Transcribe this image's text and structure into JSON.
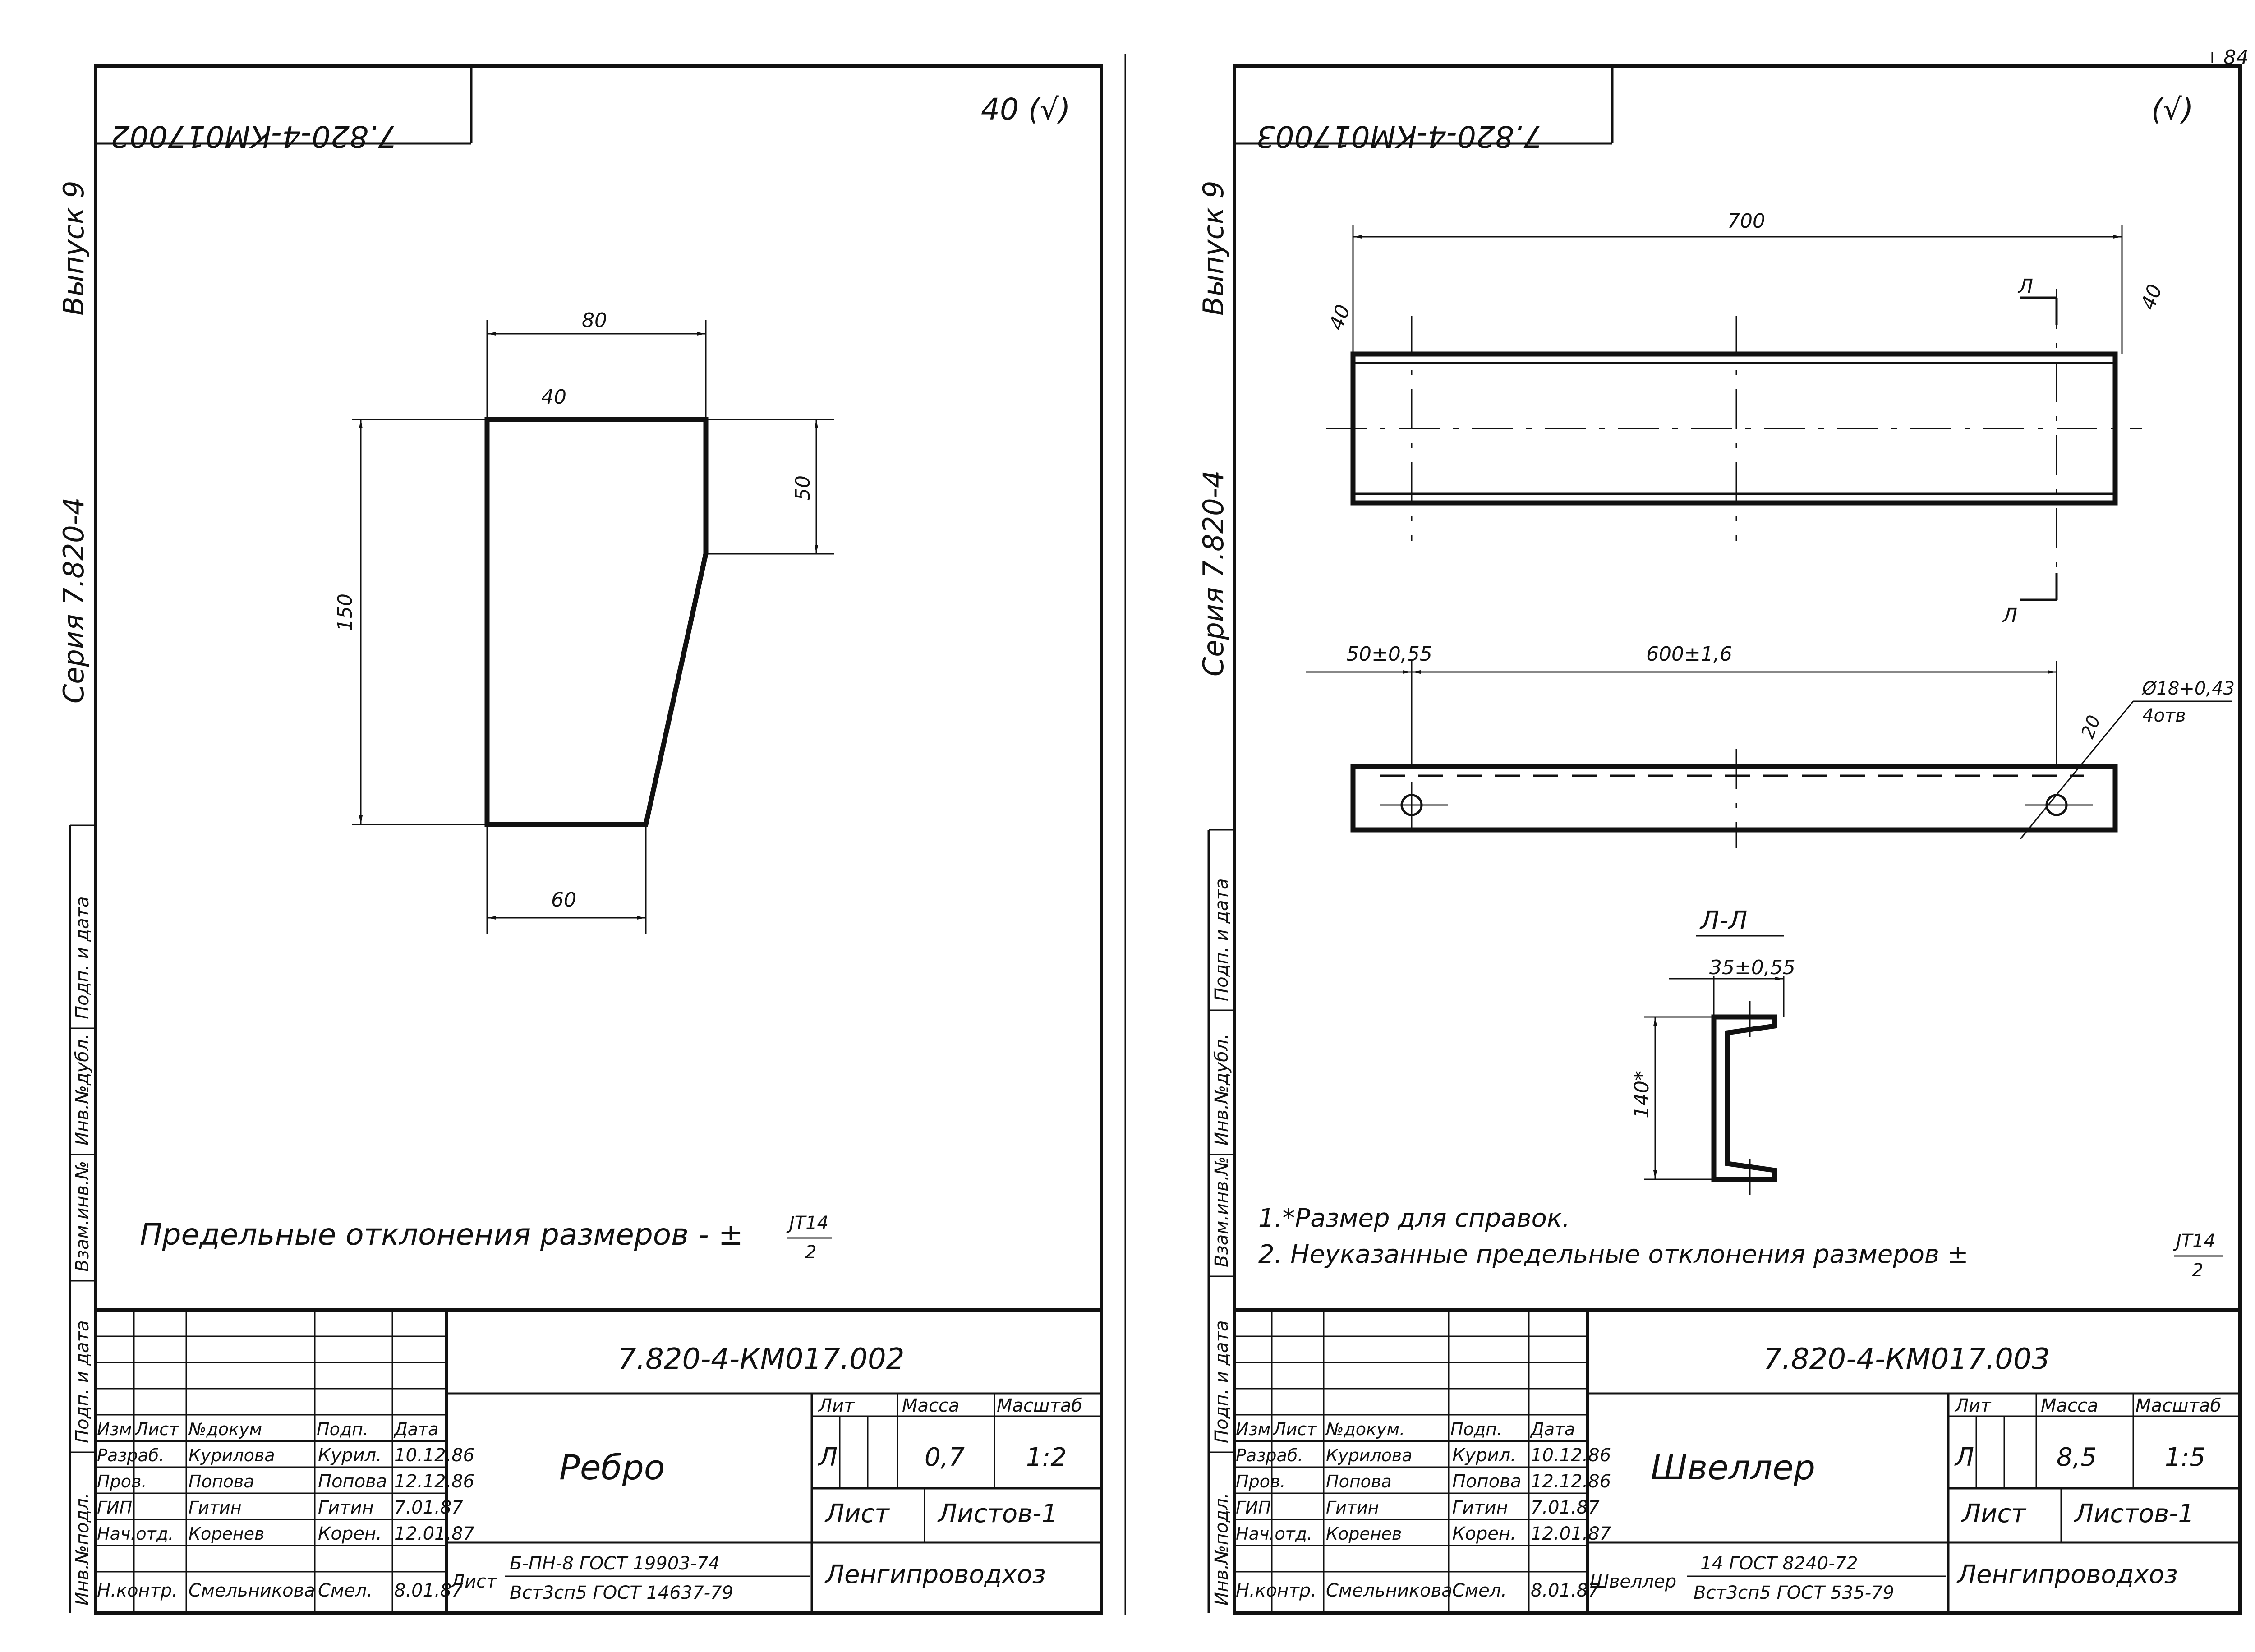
{
  "page_number": "84",
  "sheets": [
    {
      "rotated_code": "7.820-4-КМ017002",
      "roughness_mark": "40 (√)",
      "side_series": "Серия 7.820-4",
      "side_issue": "Выпуск 9",
      "side_stamps": [
        "Инв.№подл.",
        "Подп. и дата",
        "Взам.инв.№",
        "Инв.№дубл.",
        "Подп. и дата"
      ],
      "dims": {
        "top": "80",
        "rough": "40",
        "right": "50",
        "height": "150",
        "bottom": "60"
      },
      "note_text": "Предельные отклонения размеров - ±",
      "note_frac_num": "JT14",
      "note_frac_den": "2",
      "code": "7.820-4-КМ017.002",
      "title": "Ребро",
      "hdr": {
        "izm": "Изм",
        "list": "Лист",
        "doc": "№докум",
        "podp": "Подп.",
        "date": "Дата"
      },
      "rows": [
        {
          "role": "Разраб.",
          "name": "Курилова",
          "sig": "Курил.",
          "date": "10.12.86"
        },
        {
          "role": "Пров.",
          "name": "Попова",
          "sig": "Попова",
          "date": "12.12.86"
        },
        {
          "role": "ГИП",
          "name": "Гитин",
          "sig": "Гитин",
          "date": "7.01.87"
        },
        {
          "role": "Нач.отд.",
          "name": "Коренев",
          "sig": "Корен.",
          "date": "12.01.87"
        },
        {
          "role": "Н.контр.",
          "name": "Смельникова",
          "sig": "Смел.",
          "date": "8.01.87"
        }
      ],
      "lit_label": "Лит",
      "mass_label": "Масса",
      "scale_label": "Масштаб",
      "lit": "Л",
      "mass": "0,7",
      "scale": "1:2",
      "sheet_label": "Лист",
      "sheets_label": "Листов-1",
      "material_prefix": "Лист",
      "material_top": "Б-ПН-8 ГОСТ 19903-74",
      "material_bottom": "Вст3сп5 ГОСТ 14637-79",
      "org": "Ленгипроводхоз"
    },
    {
      "rotated_code": "7.820-4-КМ017003",
      "roughness_mark": "(√)",
      "side_series": "Серия 7.820-4",
      "side_issue": "Выпуск 9",
      "side_stamps": [
        "Инв.№подл.",
        "Подп. и дата",
        "Взам.инв.№",
        "Инв.№дубл.",
        "Подп. и дата"
      ],
      "dims": {
        "overall": "700",
        "end_left": "40",
        "end_right": "40",
        "section_mark": "Л",
        "edge": "50±0,55",
        "holes": "600±1,6",
        "hole_dia": "Ø18+0,43",
        "hole_count": "4отв",
        "hole_edge": "20",
        "section_title": "Л-Л",
        "flange": "35±0,55",
        "web": "140*"
      },
      "notes": [
        "1.*Размер для справок.",
        "2. Неуказанные предельные отклонения размеров ±"
      ],
      "note_frac_num": "JT14",
      "note_frac_den": "2",
      "code": "7.820-4-КМ017.003",
      "title": "Швеллер",
      "hdr": {
        "izm": "Изм",
        "list": "Лист",
        "doc": "№докум.",
        "podp": "Подп.",
        "date": "Дата"
      },
      "rows": [
        {
          "role": "Разраб.",
          "name": "Курилова",
          "sig": "Курил.",
          "date": "10.12.86"
        },
        {
          "role": "Пров.",
          "name": "Попова",
          "sig": "Попова",
          "date": "12.12.86"
        },
        {
          "role": "ГИП",
          "name": "Гитин",
          "sig": "Гитин",
          "date": "7.01.87"
        },
        {
          "role": "Нач.отд.",
          "name": "Коренев",
          "sig": "Корен.",
          "date": "12.01.87"
        },
        {
          "role": "Н.контр.",
          "name": "Смельникова",
          "sig": "Смел.",
          "date": "8.01.87"
        }
      ],
      "lit_label": "Лит",
      "mass_label": "Масса",
      "scale_label": "Масштаб",
      "lit": "Л",
      "mass": "8,5",
      "scale": "1:5",
      "sheet_label": "Лист",
      "sheets_label": "Листов-1",
      "material_prefix": "Швеллер",
      "material_top": "14 ГОСТ 8240-72",
      "material_bottom": "Вст3сп5 ГОСТ 535-79",
      "org": "Ленгипроводхоз"
    }
  ]
}
